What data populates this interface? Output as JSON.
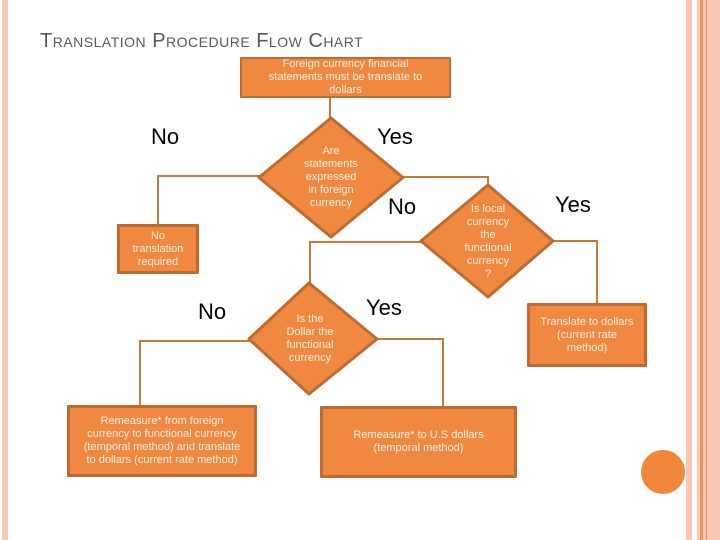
{
  "title": "Translation Procedure Flow Chart",
  "colors": {
    "background": "#FFFFFF",
    "shape_fill": "#F0893F",
    "shape_border": "#BD6B31",
    "connector": "#C8793A",
    "shape_text": "#FBEFE4",
    "label_text": "#000000",
    "title_text": "#595959",
    "stripe_pink": "#F8C9B4",
    "stripe_line": "#E9945E",
    "circle_fill": "#F0873B"
  },
  "flowchart": {
    "start": {
      "text": "Foreign currency financial\nstatements must be translate to\ndollars"
    },
    "decision1": {
      "text": "Are\nstatements\nexpressed\nin foreign\ncurrency",
      "no_label": "No",
      "yes_label": "Yes"
    },
    "no_translation": {
      "text": "No\ntranslation\nrequired"
    },
    "decision2": {
      "text": "Is local\ncurrency\nthe\nfunctional\ncurrency\n?",
      "no_label": "No",
      "yes_label": "Yes"
    },
    "decision3": {
      "text": "Is the\nDollar the\nfunctional\ncurrency",
      "no_label": "No",
      "yes_label": "Yes"
    },
    "translate_dollars": {
      "text": "Translate to dollars\n(current rate\nmethod)"
    },
    "remeasure_functional": {
      "text": "Remeasure* from foreign\ncurrency to functional currency\n(temporal method) and translate\nto dollars (current rate method)"
    },
    "remeasure_us": {
      "text": "Remeasure* to U.S dollars\n(temporal method)"
    }
  }
}
